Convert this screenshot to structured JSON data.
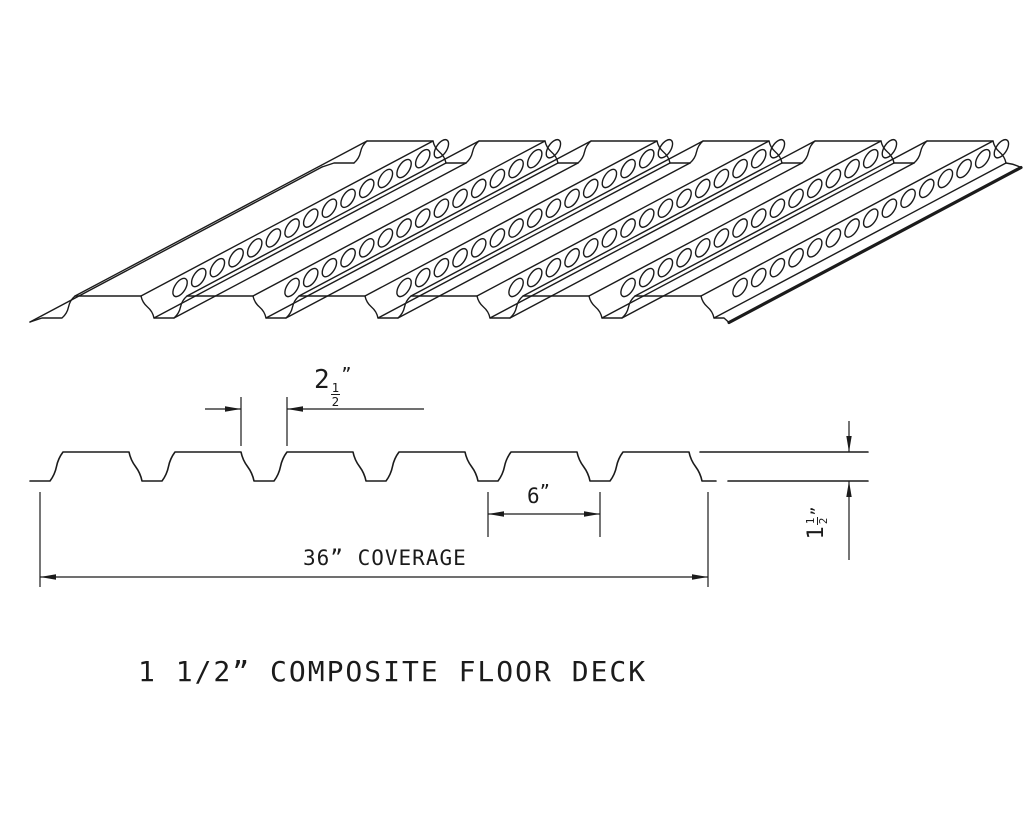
{
  "drawing": {
    "title": "1 1/2” COMPOSITE FLOOR DECK",
    "dimensions": {
      "rib_opening": {
        "whole": "2",
        "numerator": "1",
        "denominator": "2",
        "unit": "”"
      },
      "rib_pitch": {
        "value": "6",
        "unit": "”"
      },
      "coverage": {
        "value": "36",
        "unit": "”",
        "label": "COVERAGE"
      },
      "deck_depth": {
        "whole": "1",
        "numerator": "1",
        "denominator": "2",
        "unit": "”"
      }
    },
    "colors": {
      "line": "#1b1b1b",
      "background": "#ffffff"
    }
  }
}
